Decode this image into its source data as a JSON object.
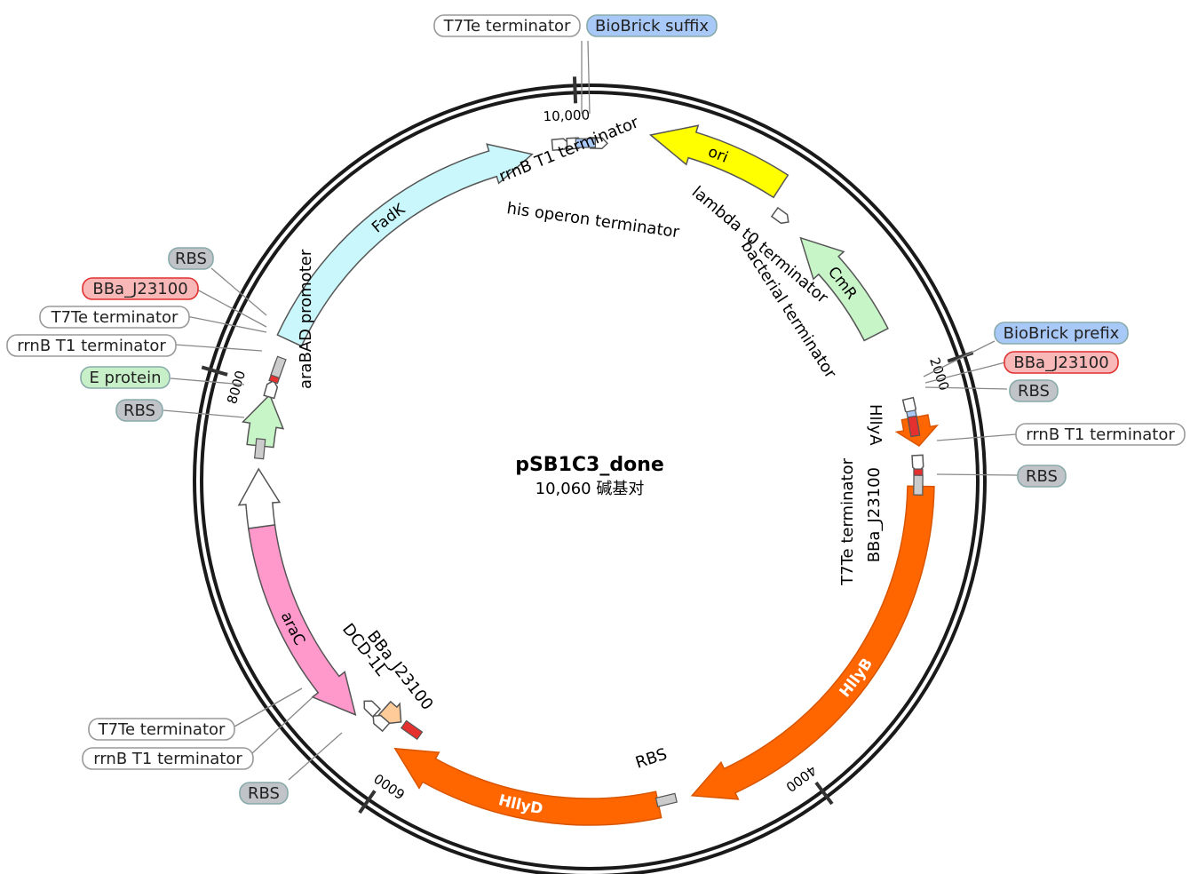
{
  "plasmid": {
    "name": "pSB1C3_done",
    "size_text": "10,060 碱基对",
    "length_bp": 10060
  },
  "colors": {
    "backbone": "#1a1a1a",
    "hlly": "#ff6600",
    "fadk": "#c9f7fb",
    "ori": "#ffff00",
    "cmr": "#c8f5c8",
    "arac": "#ff99cc",
    "dcd": "#ffcc99",
    "eprotein": "#c8f5c8",
    "promoter_red": "#e53030",
    "box_blue": "#a8c8f8",
    "box_red": "#f8b8b8",
    "box_green": "#c8f0c8",
    "box_gray": "#c0c4c8",
    "box_white": "#ffffff"
  },
  "ticks": [
    {
      "label": "10,000",
      "bp": 10000
    },
    {
      "label": "2000",
      "bp": 2000
    },
    {
      "label": "4000",
      "bp": 4000
    },
    {
      "label": "6000",
      "bp": 6000
    },
    {
      "label": "8000",
      "bp": 8000
    }
  ],
  "arrows": [
    {
      "name": "FadK",
      "start_deg": 295,
      "end_deg": 350,
      "direction": "cw",
      "color": "fadk",
      "on_arrow_label": true
    },
    {
      "name": "ori",
      "start_deg": 33,
      "end_deg": 10,
      "direction": "ccw",
      "color": "ori",
      "on_arrow_label": true
    },
    {
      "name": "CmR",
      "start_deg": 63,
      "end_deg": 41,
      "direction": "ccw",
      "color": "cmr",
      "on_arrow_label": true
    },
    {
      "name": "HllyA",
      "start_deg": 79,
      "end_deg": 84,
      "direction": "cw",
      "color": "hlly",
      "on_arrow_label": false
    },
    {
      "name": "HllyB",
      "start_deg": 91,
      "end_deg": 162,
      "direction": "cw",
      "color": "hlly",
      "on_arrow_label": true
    },
    {
      "name": "HllyD",
      "start_deg": 168,
      "end_deg": 216,
      "direction": "cw",
      "color": "hlly",
      "on_arrow_label": true
    },
    {
      "name": "araC",
      "start_deg": 262,
      "end_deg": 225,
      "direction": "ccw",
      "color": "arac",
      "on_arrow_label": true
    },
    {
      "name": "araBAD promoter",
      "start_deg": 262,
      "end_deg": 272,
      "direction": "cw",
      "color": "box_white",
      "on_arrow_label": false
    },
    {
      "name": "E protein",
      "start_deg": 276,
      "end_deg": 285,
      "direction": "cw",
      "color": "eprotein",
      "on_arrow_label": false
    },
    {
      "name": "DCD-1L",
      "start_deg": 218,
      "end_deg": 222,
      "direction": "ccw",
      "color": "dcd",
      "on_arrow_label": false
    }
  ],
  "inner_labels": [
    {
      "text": "rrnB T1 terminator"
    },
    {
      "text": "his operon terminator"
    },
    {
      "text": "lambda t0 terminator"
    },
    {
      "text": "bacterial terminator"
    },
    {
      "text": "HllyA"
    },
    {
      "text": "T7Te terminator"
    },
    {
      "text": "BBa_J23100"
    },
    {
      "text": "araBAD promoter"
    },
    {
      "text": "BBa_J23100"
    },
    {
      "text": "DCD-1L"
    },
    {
      "text": "RBS"
    }
  ],
  "callouts": [
    {
      "text": "T7Te terminator",
      "style": "box_white"
    },
    {
      "text": "BioBrick suffix",
      "style": "box_blue"
    },
    {
      "text": "BioBrick prefix",
      "style": "box_blue"
    },
    {
      "text": "BBa_J23100",
      "style": "box_red"
    },
    {
      "text": "RBS",
      "style": "box_gray"
    },
    {
      "text": "rrnB T1 terminator",
      "style": "box_white"
    },
    {
      "text": "RBS",
      "style": "box_gray"
    },
    {
      "text": "RBS",
      "style": "box_gray"
    },
    {
      "text": "BBa_J23100",
      "style": "box_red"
    },
    {
      "text": "T7Te terminator",
      "style": "box_white"
    },
    {
      "text": "rrnB T1 terminator",
      "style": "box_white"
    },
    {
      "text": "E protein",
      "style": "box_green"
    },
    {
      "text": "RBS",
      "style": "box_gray"
    },
    {
      "text": "T7Te terminator",
      "style": "box_white"
    },
    {
      "text": "rrnB T1 terminator",
      "style": "box_white"
    },
    {
      "text": "RBS",
      "style": "box_gray"
    }
  ]
}
